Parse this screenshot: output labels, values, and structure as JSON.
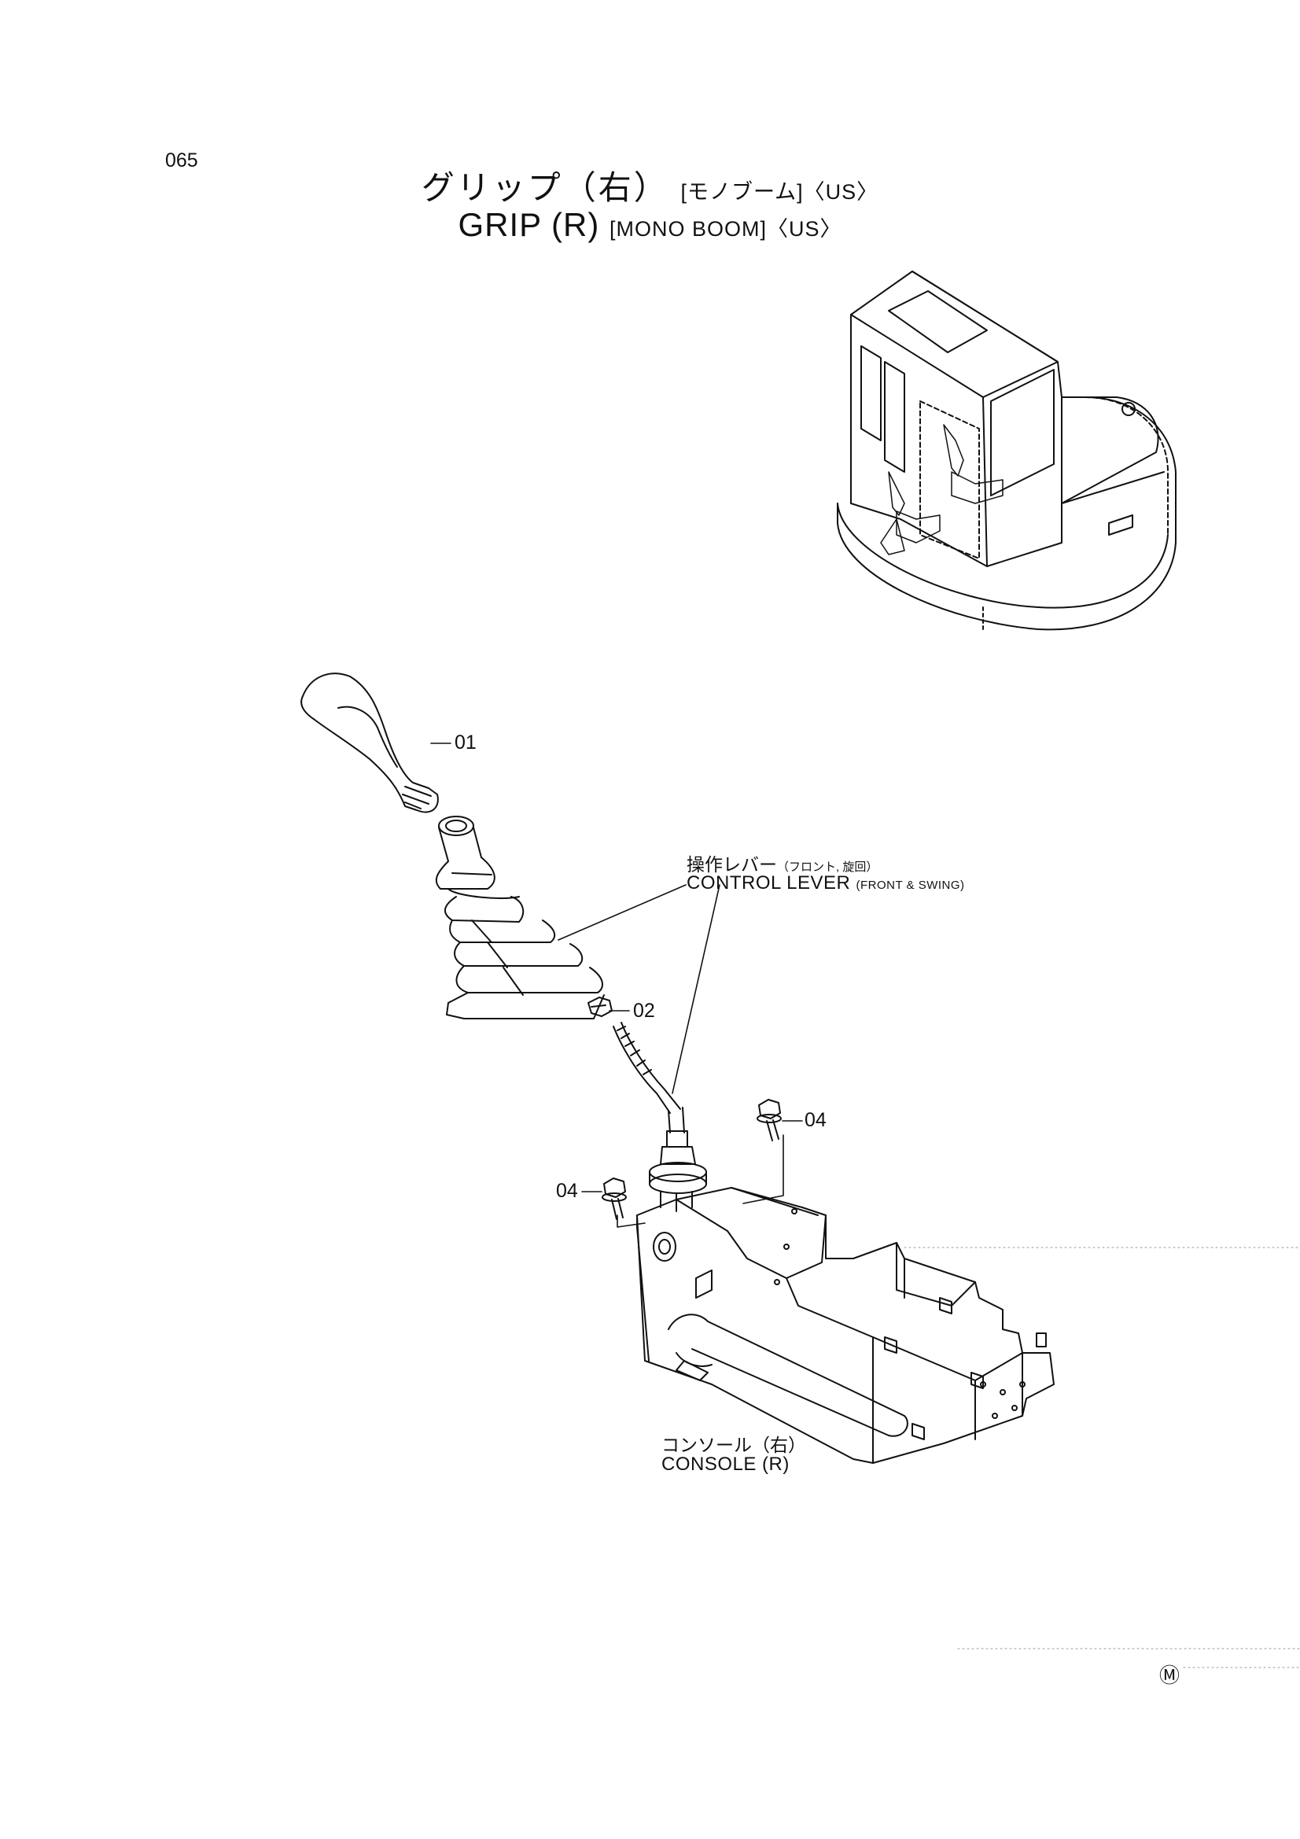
{
  "page": {
    "number": "065"
  },
  "title": {
    "jp_main": "グリップ（右）",
    "jp_sub": "[モノブーム]〈US〉",
    "en_main": "GRIP (R)",
    "en_sub": "[MONO BOOM]〈US〉"
  },
  "parts": [
    {
      "number": "01",
      "name": "grip"
    },
    {
      "number": "02",
      "name": "nut"
    },
    {
      "number": "04",
      "name": "bolt"
    },
    {
      "number": "04",
      "name": "bolt"
    }
  ],
  "labels": {
    "control_lever_jp": "操作レバー",
    "control_lever_jp_sub": "（フロント, 旋回）",
    "control_lever_en": "CONTROL LEVER",
    "control_lever_en_sub": "(FRONT & SWING)",
    "console_jp": "コンソール（右）",
    "console_en": "CONSOLE (R)"
  },
  "mark": "Ⓜ"
}
